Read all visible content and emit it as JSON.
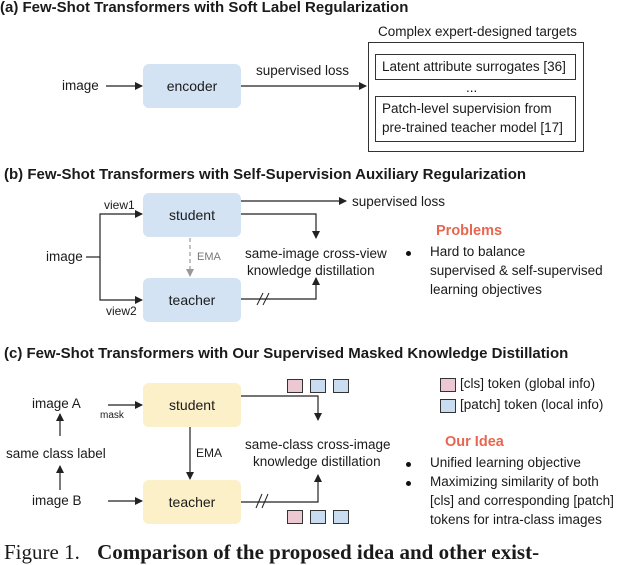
{
  "section_a": {
    "title": "(a) Few-Shot Transformers with Soft Label Regularization",
    "input": "image",
    "encoder": "encoder",
    "loss": "supervised loss",
    "targets_title": "Complex expert-designed targets",
    "target1": "Latent attribute surrogates [36]",
    "ellipsis": "...",
    "target2_line1": "Patch-level supervision from",
    "target2_line2": "pre-trained teacher model [17]"
  },
  "section_b": {
    "title": "(b) Few-Shot Transformers with Self-Supervision Auxiliary Regularization",
    "input": "image",
    "view1": "view1",
    "view2": "view2",
    "student": "student",
    "teacher": "teacher",
    "ema": "EMA",
    "loss": "supervised loss",
    "distill_line1": "same-image cross-view",
    "distill_line2": "knowledge distillation",
    "problems_title": "Problems",
    "problem_line1": "Hard to balance",
    "problem_line2": "supervised & self-supervised",
    "problem_line3": "learning objectives"
  },
  "section_c": {
    "title": "(c) Few-Shot Transformers with Our Supervised Masked Knowledge Distillation",
    "image_a": "image A",
    "image_b": "image B",
    "mask": "mask",
    "same_class": "same class label",
    "student": "student",
    "teacher": "teacher",
    "ema": "EMA",
    "distill_line1": "same-class cross-image",
    "distill_line2": "knowledge distillation",
    "legend_cls": "[cls] token (global info)",
    "legend_patch": "[patch] token (local info)",
    "idea_title": "Our Idea",
    "idea1": "Unified learning objective",
    "idea2_line1": "Maximizing similarity of both",
    "idea2_line2": "[cls] and corresponding [patch]",
    "idea2_line3": "tokens for intra-class images"
  },
  "caption": {
    "prefix": "Figure 1.",
    "bold_text": "Comparison of the proposed idea and other exist-"
  },
  "colors": {
    "blue_box": "#d3e3f3",
    "yellow_box": "#fbf0c8",
    "accent_red": "#e8664f",
    "cls_token": "#ecc8d2",
    "patch_token": "#c9dcf0"
  }
}
